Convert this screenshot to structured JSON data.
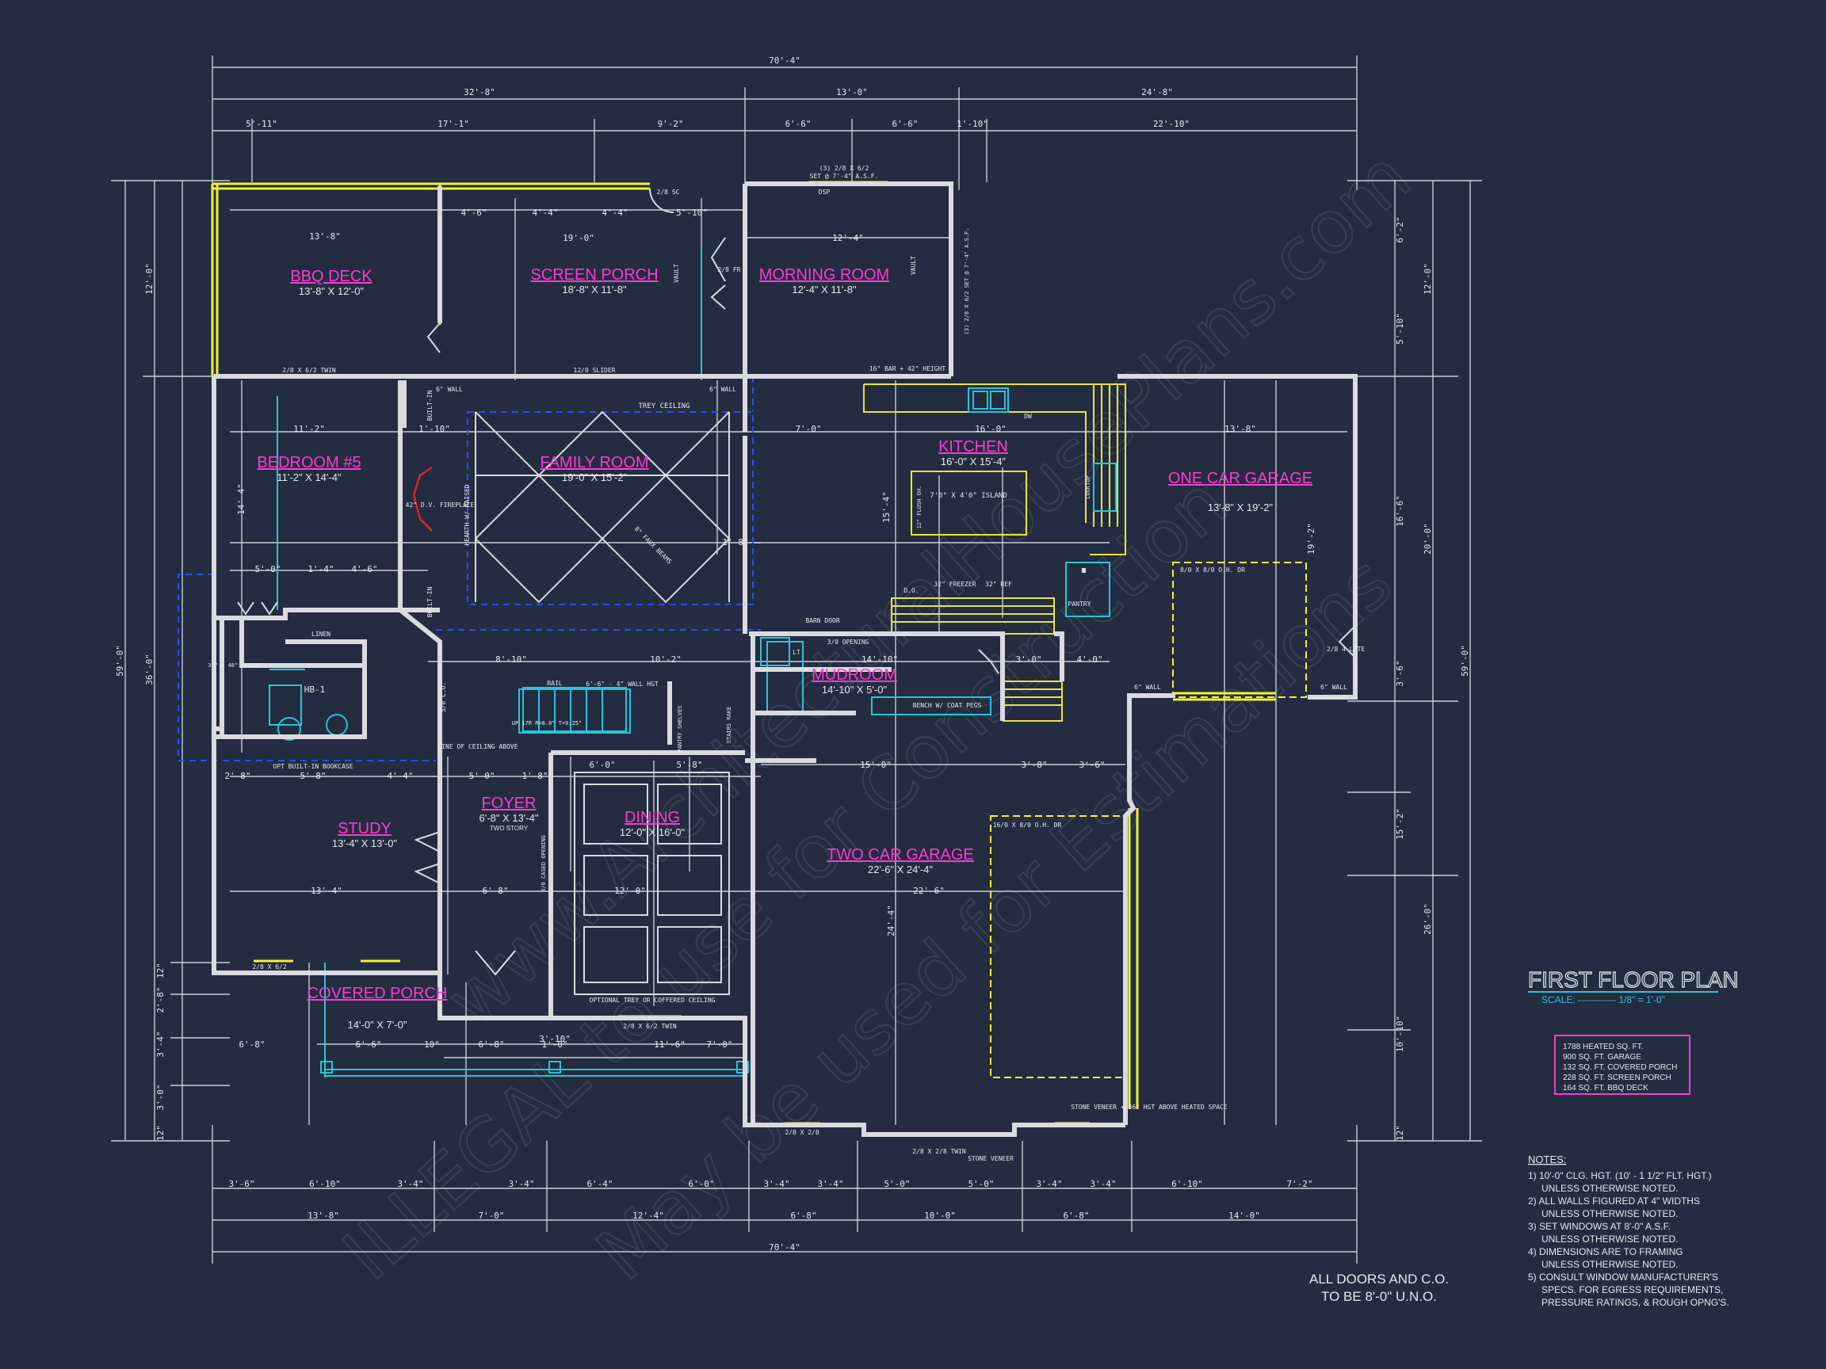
{
  "colors": {
    "background": "#232c40",
    "wall": "#d9dbe0",
    "dim_line": "#c9ccd3",
    "text_white": "#e6e8ec",
    "room_label": "#ff3ad2",
    "window_yellow": "#f2f230",
    "cabinet_yellow": "#e6e63a",
    "cyan": "#27c5d8",
    "blue_dash": "#2a4cff",
    "red": "#e02424",
    "watermark": "#3a4358"
  },
  "title": {
    "heading": "FIRST FLOOR PLAN",
    "scale": "SCALE: ------------ 1/8\" = 1'-0\""
  },
  "area_summary": [
    "1788 HEATED SQ. FT.",
    "900 SQ. FT. GARAGE",
    "132 SQ. FT. COVERED PORCH",
    "228 SQ. FT. SCREEN PORCH",
    "164 SQ. FT. BBQ DECK"
  ],
  "notes_heading": "NOTES:",
  "notes": [
    "1) 10'-0\" CLG. HGT. (10' - 1 1/2\" FLT. HGT.)",
    "UNLESS OTHERWISE NOTED.",
    "2) ALL WALLS FIGURED AT 4\" WIDTHS",
    "UNLESS OTHERWISE NOTED.",
    "3) SET WINDOWS AT 8'-0\" A.S.F.",
    "UNLESS OTHERWISE NOTED.",
    "4) DIMENSIONS ARE TO FRAMING",
    "UNLESS OTHERWISE NOTED.",
    "5) CONSULT WINDOW MANUFACTURER'S",
    "SPECS. FOR EGRESS REQUIREMENTS,",
    "PRESSURE RATINGS, & ROUGH OPNG'S."
  ],
  "door_note": [
    "ALL DOORS AND C.O.",
    "TO BE 8'-0\" U.N.O."
  ],
  "watermark": [
    "ILLEGAL to use for Construction",
    "May be used for Estimations",
    "www.ArchitecturalHousePlans.com"
  ],
  "rooms": {
    "bbq_deck": {
      "name": "BBQ DECK",
      "size": "13'-8\" X 12'-0\""
    },
    "screen_porch": {
      "name": "SCREEN PORCH",
      "size": "18'-8\" X 11'-8\""
    },
    "morning_room": {
      "name": "MORNING ROOM",
      "size": "12'-4\" X 11'-8\""
    },
    "bedroom5": {
      "name": "BEDROOM #5",
      "size": "11'-2\" X 14'-4\""
    },
    "family_room": {
      "name": "FAMILY ROOM",
      "size": "19'-0\" X 15'-2\""
    },
    "kitchen": {
      "name": "KITCHEN",
      "size": "16'-0\" X 15'-4\""
    },
    "one_car_garage": {
      "name": "ONE CAR GARAGE",
      "size": "13'-8\" X 19'-2\""
    },
    "mudroom": {
      "name": "MUDROOM",
      "size": "14'-10\" X 5'-0\""
    },
    "foyer": {
      "name": "FOYER",
      "size": "6'-8\" X 13'-4\"",
      "note": "TWO STORY"
    },
    "study": {
      "name": "STUDY",
      "size": "13'-4\" X 13'-0\""
    },
    "dining": {
      "name": "DINING",
      "size": "12'-0\" X 16'-0\""
    },
    "two_car_garage": {
      "name": "TWO CAR GARAGE",
      "size": "22'-6\" X 24'-4\""
    },
    "covered_porch": {
      "name": "COVERED PORCH",
      "size": "14'-0\" X 7'-0\""
    }
  },
  "annotations": {
    "island": "7'0\" X 4'0\" ISLAND",
    "trey_ceiling": "TREY CEILING",
    "false_beams": "8\" FAUX BEAMS",
    "fireplace": "42\" D.V. FIREPLACE",
    "hearth": "HEARTH W/ RAISED",
    "built_in_1": "BUILT-IN",
    "built_in_2": "BUILT-IN",
    "six_wall_1": "6\" WALL",
    "six_wall_2": "6\" WALL",
    "six_wall_3": "6\" WALL",
    "six_wall_4": "6\" WALL",
    "bar": "16\" BAR + 42\" HEIGHT",
    "barn_door": "BARN DOOR",
    "opening": "3/0 OPENING",
    "bench": "BENCH W/ COAT PEGS",
    "pantry": "PANTRY",
    "pantry_shelves": "PANTRY SHELVES",
    "stairs_rake": "STAIRS RAKE",
    "rail": "RAIL",
    "rail_note": "6'-6\" - 4\" WALL HGT",
    "up_stair": "UP 17R R=8.0\" T=9.25\"",
    "line_ceiling": "LINE OF CEILING ABOVE",
    "opt_bookcase": "OPT BUILT-IN BOOKCASE",
    "cased_opening": "8/0 CASED OPENING",
    "opt_trey": "OPTIONAL TREY OR COFFERED CEILING",
    "stone_veneer": "STONE VENEER",
    "stone_note": "STONE VENEER + 36\" HGT ABOVE HEATED SPACE",
    "oh_dr_1": "8/0 X 8/0 O.H. DR",
    "oh_dr_2": "16/0 X 8/0 O.H. DR",
    "freezer": "32\" FREEZER",
    "ref": "32\" REF",
    "do": "D.O.",
    "dw": "DW",
    "cooktop": "COOKTOP",
    "flush_oh": "12\" FLUSH OH.",
    "linen": "LINEN",
    "shower": "32\" X 48\" SHOWER",
    "hb": "HB-1",
    "twin_window_1": "2/8 X 6/2 TWIN",
    "twin_window_2": "2/8 X 6/2 TWIN",
    "twin_window_3": "2/8 X 2/8 TWIN",
    "slider": "12/0 SLIDER",
    "windows_top": "(3) 2/8 X 6/2",
    "windows_top_2": "SET @ 7'-4\" A.S.F.",
    "windows_right": "(3) 2/8 X 6/2 SET @ 7'-4\" A.S.F.",
    "vault_1": "VAULT",
    "vault_2": "VAULT",
    "dsp": "DSP",
    "four_lite": "2/8 4-LITE",
    "sc": "2/8 SC",
    "fr": "2/8 FR",
    "co": "3/0 C.O.",
    "w_28_62": "2/8 X 6/2",
    "w_28_28": "2/8 X 2/8",
    "lt": "LT"
  },
  "dims_top_overall": "70'-4\"",
  "dims_top_row2": [
    "32'-8\"",
    "13'-0\"",
    "24'-8\""
  ],
  "dims_top_row3": [
    "5'-11\"",
    "17'-1\"",
    "9'-2\"",
    "6'-6\"",
    "6'-6\"",
    "1'-10\"",
    "22'-10\""
  ],
  "dims_bottom_overall": "70'-4\"",
  "dims_bottom_row2": [
    "13'-8\"",
    "7'-0\"",
    "12'-4\"",
    "6'-8\"",
    "10'-0\"",
    "6'-8\"",
    "14'-0\""
  ],
  "dims_bottom_row3": [
    "3'-6\"",
    "6'-10\"",
    "3'-4\"",
    "3'-4\"",
    "6'-4\"",
    "6'-0\"",
    "3'-4\"",
    "3'-4\"",
    "5'-0\"",
    "5'-0\"",
    "3'-4\"",
    "3'-4\"",
    "6'-10\"",
    "7'-2\""
  ],
  "dims_left_overall": "59'-0\"",
  "dims_left_row2": [
    "12'-0\"",
    "36'-0\""
  ],
  "dims_left_row3": [
    "12\"",
    "2'-8\"",
    "3'-4\"",
    "3'-0\"",
    "12\""
  ],
  "dims_right_overall": "59'-0\"",
  "dims_right_row2": [
    "12'-0\"",
    "20'-0\"",
    "26'-0\""
  ],
  "dims_right_row3": [
    "6'-2\"",
    "5'-10\"",
    "16'-6\"",
    "3'-6\"",
    "15'-2\"",
    "10'-10\"",
    "12\""
  ],
  "interior_dims": {
    "d1": "13'-8\"",
    "d2": "4'-6\"",
    "d3": "4'-4\"",
    "d4": "4'-4\"",
    "d5": "19'-0\"",
    "d6": "5'-10\"",
    "d7": "12'-4\"",
    "d8": "11'-2\"",
    "d9": "7'-0\"",
    "d10": "16'-0\"",
    "d11": "13'-8\"",
    "d12": "14'-4\"",
    "d13": "5'-0\"",
    "d14": "1'-4\"",
    "d15": "4'-6\"",
    "d16": "8'-10\"",
    "d17": "10'-2\"",
    "d18": "14'-10\"",
    "d19": "3'-0\"",
    "d20": "4'-0\"",
    "d21": "2'-8\"",
    "d22": "4'-4\"",
    "d23": "5'-8\"",
    "d24": "5'-0\"",
    "d25": "1'-8\"",
    "d26": "6'-0\"",
    "d27": "5'-8\"",
    "d28": "15'-0\"",
    "d29": "3'-8\"",
    "d30": "3'-6\"",
    "d31": "13'-4\"",
    "d32": "6'-8\"",
    "d33": "12'-0\"",
    "d34": "22'-6\"",
    "d35": "24'-4\"",
    "d36": "6'-6\"",
    "d37": "6'-8\"",
    "d38": "10\"",
    "d39": "11'-6\"",
    "d40": "6'-8\"",
    "d41": "1'-0\"",
    "d42": "7'-0\"",
    "d43": "3'-10\"",
    "d44": "1'-8\"",
    "d45": "15'-4\"",
    "d46": "19'-2\"",
    "d47": "1'-10\""
  }
}
